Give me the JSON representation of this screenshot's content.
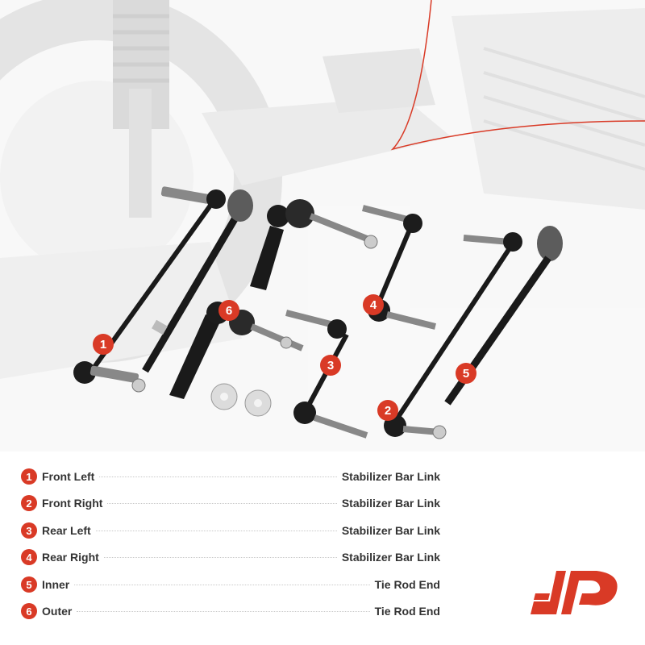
{
  "parts_legend": [
    {
      "num": "1",
      "position": "Front Left",
      "part": "Stabilizer Bar Link"
    },
    {
      "num": "2",
      "position": "Front Right",
      "part": "Stabilizer Bar Link"
    },
    {
      "num": "3",
      "position": "Rear Left",
      "part": "Stabilizer Bar Link"
    },
    {
      "num": "4",
      "position": "Rear Right",
      "part": "Stabilizer Bar Link"
    },
    {
      "num": "5",
      "position": "Inner",
      "part": "Tie Rod End"
    },
    {
      "num": "6",
      "position": "Outer",
      "part": "Tie Rod End"
    }
  ],
  "photo_markers": [
    "1",
    "2",
    "3",
    "4",
    "5",
    "6"
  ],
  "colors": {
    "accent": "#d93a26",
    "text": "#333333",
    "part_metal": "#1a1a1a",
    "background_photo": "#e6e6e6"
  },
  "icons": {
    "logo": "brand-logo-icon"
  }
}
